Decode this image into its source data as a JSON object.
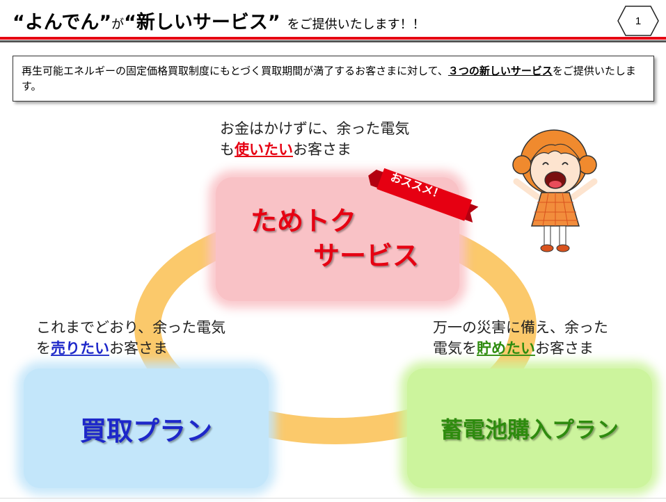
{
  "header": {
    "title_part1": "“よんでん”",
    "title_part2": "が",
    "title_part3": "“新しいサービス”",
    "title_part4": "をご提供いたします！！",
    "page_number": "1"
  },
  "intro": {
    "text_before": "再生可能エネルギーの固定価格買取制度にもとづく買取期間が満了するお客さまに対して、",
    "emphasis": "３つの新しいサービス",
    "text_after": "をご提供いたします。"
  },
  "services": {
    "tametoku": {
      "title_line1": "ためトク",
      "title_line2": "サービス",
      "badge": "おススメ！",
      "caption_line1": "お金はかけずに、余った電気",
      "caption_pre": "も",
      "caption_em": "使いたい",
      "caption_post": "お客さま"
    },
    "kaitori": {
      "title": "買取プラン",
      "caption_line1": "これまでどおり、余った電気",
      "caption_pre": "を",
      "caption_em": "売りたい",
      "caption_post": "お客さま"
    },
    "chikuden": {
      "title": "蓄電池購入プラン",
      "caption_line1": "万一の災害に備え、余った",
      "caption_pre": "電気を",
      "caption_em": "貯めたい",
      "caption_post": "お客さま"
    }
  },
  "colors": {
    "accent_red": "#e60012",
    "ring": "#fbc96b",
    "pink_box": "#f9c2c6",
    "blue_box": "#c3e6fa",
    "green_box": "#ccf49d",
    "blue_text": "#1d27c9",
    "green_text": "#2e8b0e"
  },
  "illustration": {
    "icon": "jumping-girl-illustration"
  }
}
